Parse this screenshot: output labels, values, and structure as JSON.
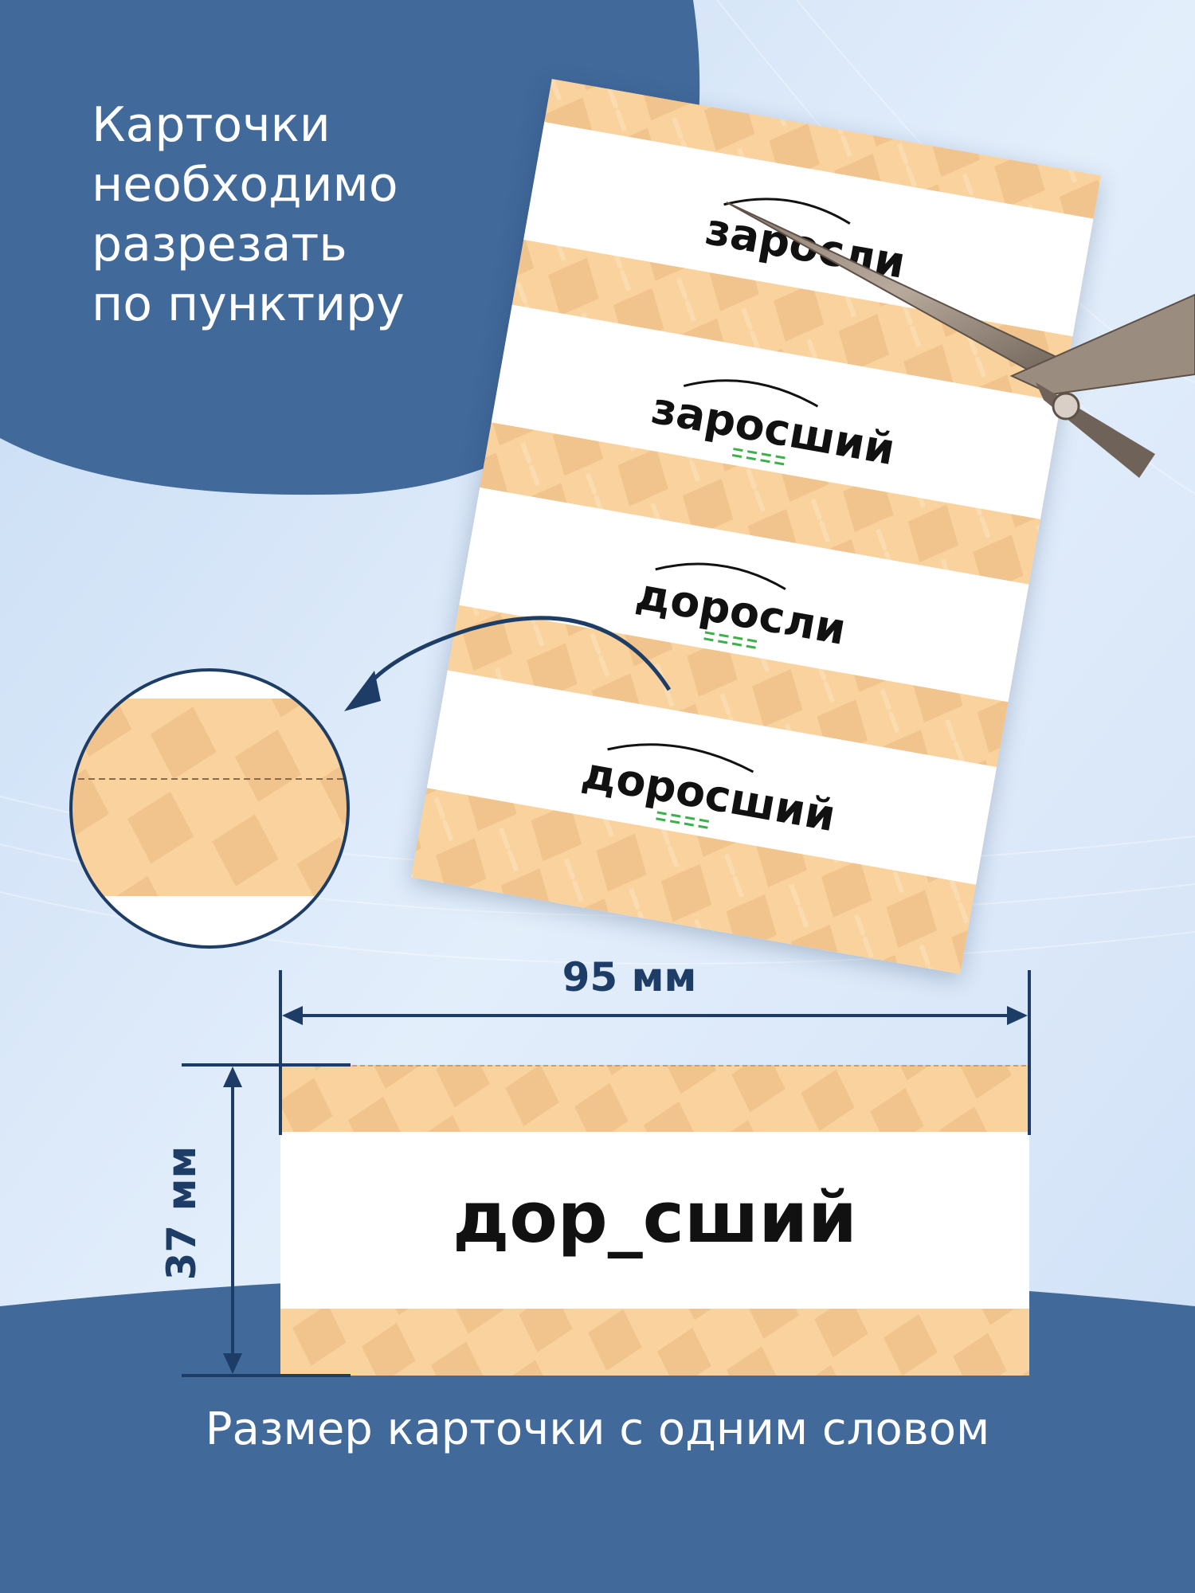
{
  "headline": "Карточки\nнеобходимо\nразрезать\nпо пунктиру",
  "cards": [
    {
      "word": "заросли",
      "mark": "arc"
    },
    {
      "word": "заросший",
      "mark": "arc-underline"
    },
    {
      "word": "доросли",
      "mark": "arc-underline"
    },
    {
      "word": "доросший",
      "mark": "arc-underline"
    }
  ],
  "sample_card": {
    "word": "дор_сший"
  },
  "dimensions": {
    "width": "95 мм",
    "height": "37 мм"
  },
  "caption": "Размер карточки с одним словом",
  "colors": {
    "navy": "#1d3d66",
    "blob": "#41699a",
    "stripe": "#f9d29d",
    "stripe_pattern": "#f2c48d",
    "underline": "#3cb04a",
    "background": "#dbe9fa"
  },
  "icons": [
    "scissors-icon",
    "curved-arrow-icon",
    "magnifier-circle-icon"
  ]
}
